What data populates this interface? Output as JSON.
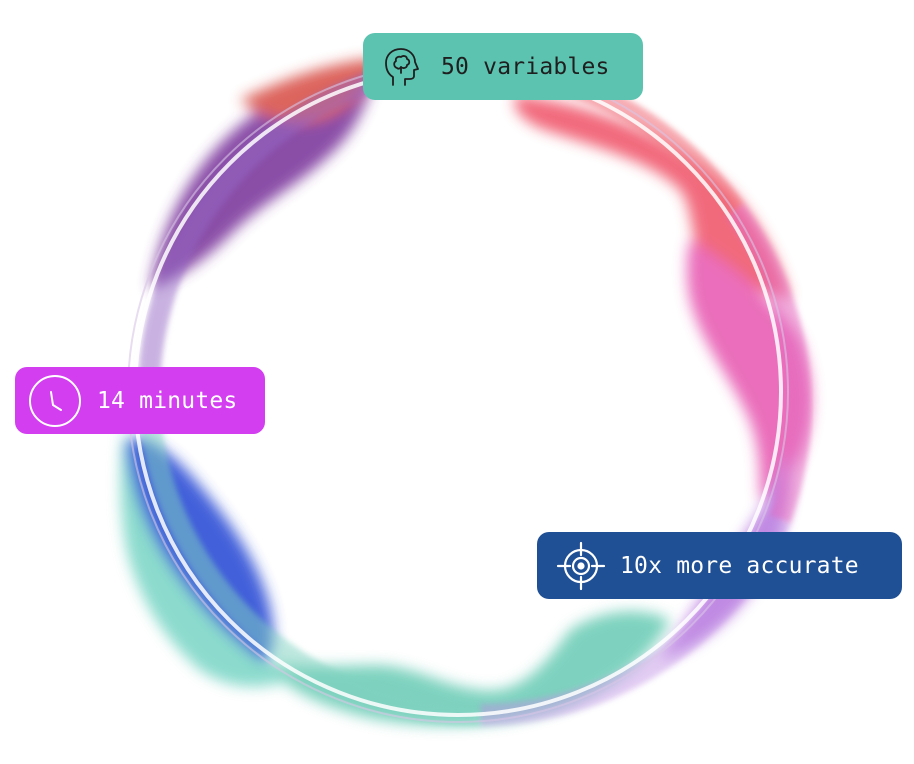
{
  "colors": {
    "background": "#ffffff",
    "variables_badge": "#5bc3b0",
    "minutes_badge": "#d23ef0",
    "accuracy_badge": "#1f4f94",
    "ring_red": "#f05a6a",
    "ring_pink": "#e864b6",
    "ring_purple": "#7a3aa4",
    "ring_blue": "#2a56d6",
    "ring_teal": "#6ed0b4"
  },
  "badges": {
    "variables": {
      "label": "50 variables",
      "icon": "head-brain-icon",
      "color": "#5bc3b0"
    },
    "minutes": {
      "label": "14 minutes",
      "icon": "clock-icon",
      "color": "#d23ef0"
    },
    "accuracy": {
      "label": "10x more accurate",
      "icon": "crosshair-icon",
      "color": "#1f4f94"
    }
  }
}
